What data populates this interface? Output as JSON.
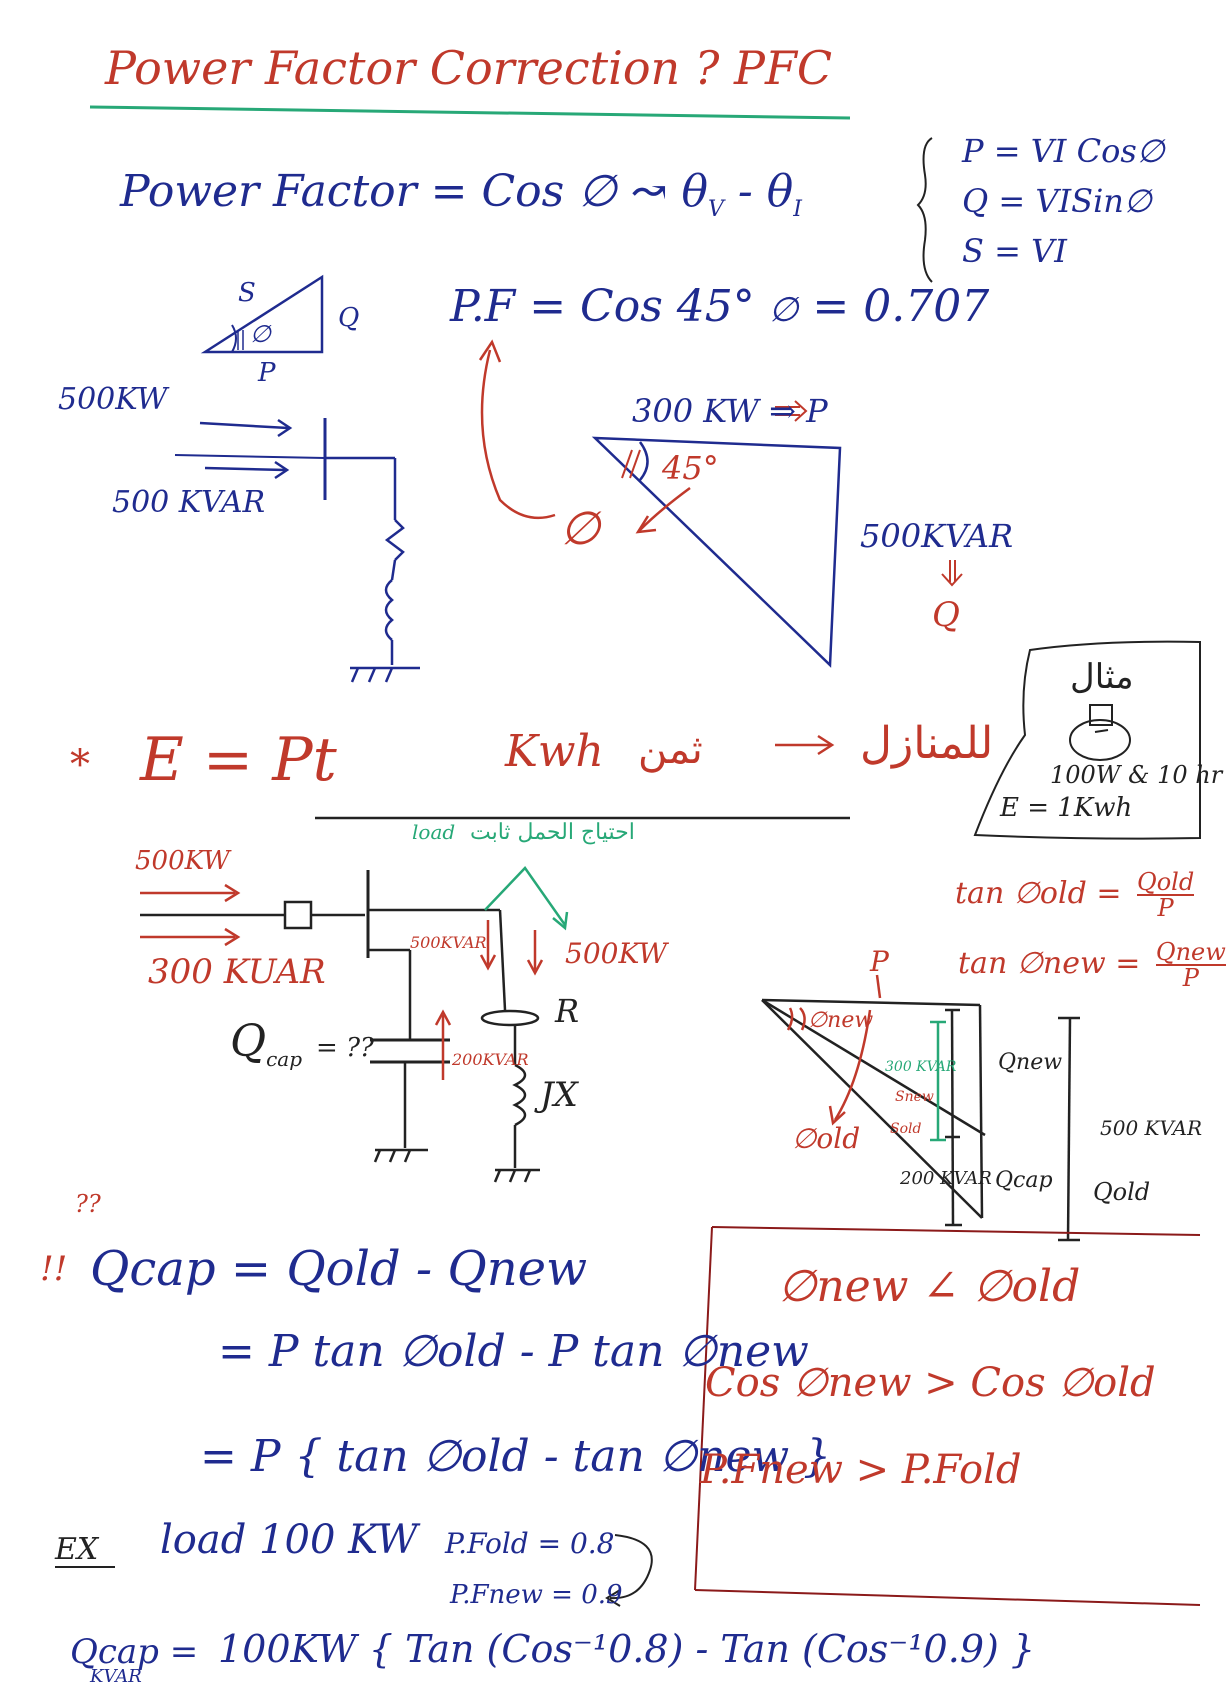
{
  "colors": {
    "red": "#c0392b",
    "blue": "#1f2b8f",
    "black": "#222222",
    "green": "#27a877"
  },
  "title": "Power Factor Correction ? PFC",
  "pf_definition": {
    "left": "Power Factor = Cos",
    "phi": "∅",
    "arrow_to": "θ",
    "sub_v": "V",
    "minus": "-",
    "sub_i": "I"
  },
  "power_formulas": [
    "P = VI Cos∅",
    "Q = VISin∅",
    "S = VI"
  ],
  "small_triangle": {
    "s": "S",
    "q": "Q",
    "p": "P",
    "angle": "∅"
  },
  "pf_example": {
    "lhs": "P.F = Cos 45°",
    "phi": "∅",
    "result": "= 0.707"
  },
  "circuit1": {
    "p_in": "500KW",
    "q_in": "500 KVAR"
  },
  "big_triangle": {
    "top": "300 KW ⇒ P",
    "angle": "45°",
    "right": "500KVAR",
    "q": "Q",
    "phi": "∅"
  },
  "example_box": {
    "title": "مثال",
    "line1": "100W & 10 hr",
    "line2": "E = 1Kwh"
  },
  "energy": {
    "star": "*",
    "formula": "E = Pt",
    "unit": "Kwh",
    "arabic_mid": "ثمن",
    "arabic_right": "للمنازل"
  },
  "circuit2": {
    "p_in": "500KW",
    "q_in": "300 KUAR",
    "green_label": "احتياج الحمل ثابت",
    "load_word": "load",
    "q_load": "500KVAR",
    "p_load": "500KW",
    "cap_q": "200KVAR",
    "r": "R",
    "jx": "JX",
    "q_cap_q": "Q",
    "q_cap_sub": "cap",
    "q_cap_val": "= ??"
  },
  "tan_formulas": {
    "old_lhs": "tan ∅old =",
    "old_num": "Qold",
    "old_den": "P",
    "new_lhs": "tan ∅new =",
    "new_num": "Qnew",
    "new_den": "P"
  },
  "triangle2": {
    "p": "P",
    "phi_new": "∅new",
    "s_new": "Snew",
    "s_old": "Sold",
    "phi_old": "∅old",
    "q300": "300 KVAR",
    "q_new": "Qnew",
    "q200": "200 KVAR",
    "q_cap": "Qcap",
    "q500": "500 KVAR",
    "q_old": "Qold"
  },
  "derivation": {
    "marks": "??",
    "bang": "!!",
    "line1": "Qcap = Qold - Qnew",
    "line2": "= P tan ∅old - P tan ∅new",
    "line3": "= P { tan ∅old - tan ∅new }"
  },
  "comparison": {
    "line1": "∅new ∠ ∅old",
    "line2": "Cos ∅new > Cos ∅old",
    "line3": "P.Fnew > P.Fold"
  },
  "ex": {
    "label": "EX",
    "load": "load 100 KW",
    "pf_old": "P.Fold = 0.8",
    "pf_new": "P.Fnew = 0.9",
    "final_lhs": "Qcap =",
    "final_sub": "KVAR",
    "final_rhs": "100KW { Tan (Cos⁻¹0.8) - Tan (Cos⁻¹0.9) }"
  }
}
